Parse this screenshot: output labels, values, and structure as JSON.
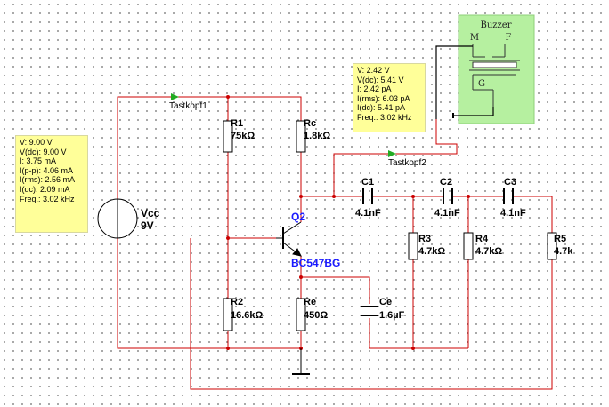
{
  "components": {
    "vcc": {
      "name": "Vcc",
      "value": "9V"
    },
    "r1": {
      "name": "R1",
      "value": "75kΩ"
    },
    "rc": {
      "name": "Rc",
      "value": "1.8kΩ"
    },
    "r2": {
      "name": "R2",
      "value": "16.6kΩ"
    },
    "re": {
      "name": "Re",
      "value": "450Ω"
    },
    "ce": {
      "name": "Ce",
      "value": "1.6µF"
    },
    "q2": {
      "name": "Q2",
      "model": "BC547BG"
    },
    "c1": {
      "name": "C1",
      "value": "4.1nF"
    },
    "c2": {
      "name": "C2",
      "value": "4.1nF"
    },
    "c3": {
      "name": "C3",
      "value": "4.1nF"
    },
    "r3": {
      "name": "R3",
      "value": "4.7kΩ"
    },
    "r4": {
      "name": "R4",
      "value": "4.7kΩ"
    },
    "r5": {
      "name": "R5",
      "value": "4.7k"
    }
  },
  "buzzer": {
    "title": "Buzzer",
    "pin_m": "M",
    "pin_f": "F",
    "pin_g": "G"
  },
  "probes": {
    "p1": "Tastkopf1",
    "p2": "Tastkopf2"
  },
  "measure_left": [
    "V: 9.00 V",
    "V(dc): 9.00 V",
    "I: 3.75 mA",
    "I(p-p): 4.06 mA",
    "I(rms): 2.56 mA",
    "I(dc): 2.09 mA",
    "Freq.: 3.02 kHz"
  ],
  "measure_right": [
    "V: 2.42 V",
    "V(dc): 5.41 V",
    "I: 2.42 pA",
    "I(rms): 6.03 pA",
    "I(dc): 5.41 pA",
    "Freq.: 3.02 kHz"
  ],
  "colors": {
    "wire": "#cc0000",
    "component": "#000000",
    "probe": "#22aa22",
    "buzzer_bg": "#b6f0a0",
    "meter_bg": "#ffff99",
    "transistor_label": "#1a1aff"
  }
}
